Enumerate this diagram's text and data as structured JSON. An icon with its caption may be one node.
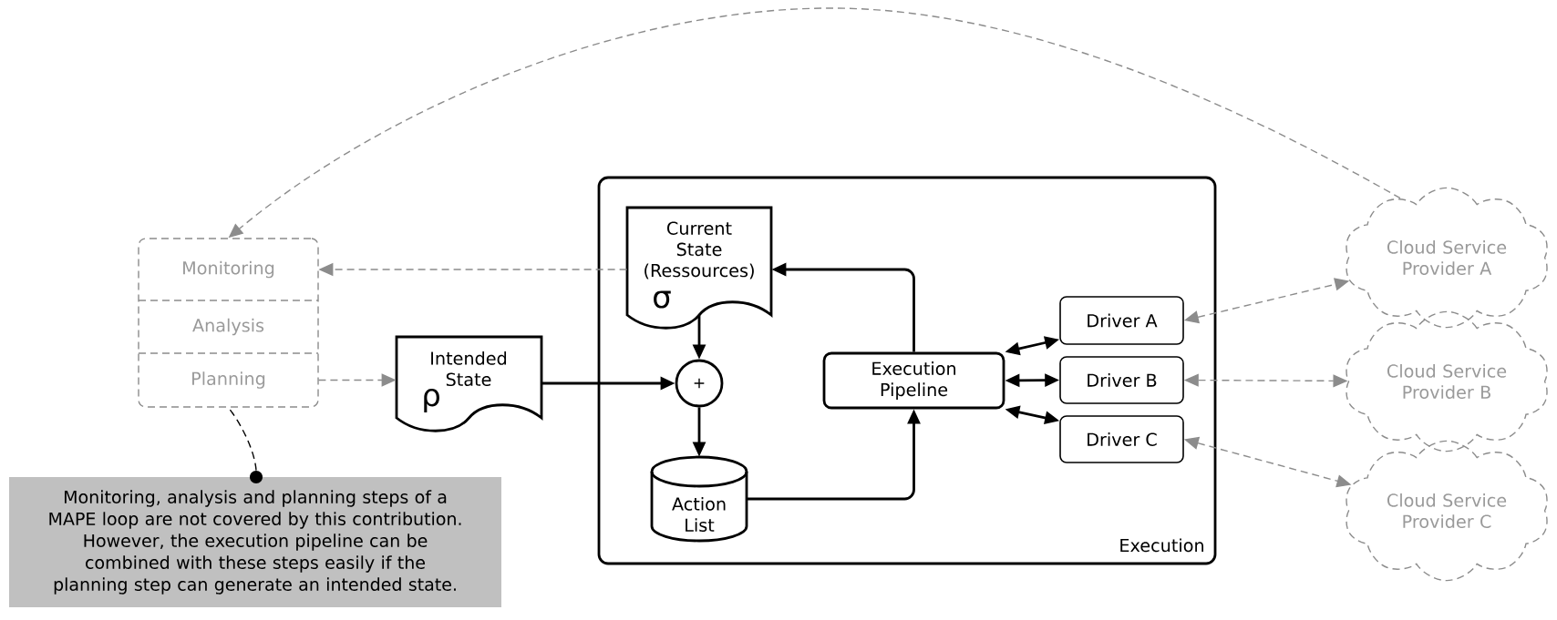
{
  "diagram": {
    "nodes": [
      {
        "text": [],
        "shape": "box"
      },
      {
        "text": [
          "Monitoring"
        ],
        "in": 0
      },
      {
        "text": [
          "Analysis"
        ],
        "in": 0
      },
      {
        "text": [
          "Planning"
        ],
        "in": 0
      },
      {
        "text": [
          "Intended State",
          "ρ"
        ]
      },
      {
        "text": [
          "Execution"
        ]
      },
      {
        "text": [
          "Current State (Ressources)",
          "σ"
        ],
        "in": 5
      },
      {
        "text": [
          "+"
        ],
        "in": 5
      },
      {
        "text": [
          "Action List"
        ],
        "in": 5
      },
      {
        "text": [
          "Execution Pipeline"
        ],
        "in": 5
      },
      {
        "text": [
          "Driver A"
        ],
        "in": 5
      },
      {
        "text": [
          "Driver B"
        ],
        "in": 5
      },
      {
        "text": [
          "Driver C"
        ],
        "in": 5
      },
      {
        "text": [
          "Cloud Service Provider A"
        ]
      },
      {
        "text": [
          "Cloud Service Provider B"
        ]
      },
      {
        "text": [
          "Cloud Service Provider C"
        ]
      },
      {
        "text": [
          "Monitoring, analysis and planning steps of a MAPE loop are not covered by this contribution. However, the execution pipeline can be combined with these steps easily if the planning step can generate an intended state."
        ]
      },
      {
        "text": [],
        "shape": "circle"
      }
    ],
    "edges": [
      {
        "from": 13,
        "to": 0,
        "arrow": "to",
        "style": "dashed",
        "color": "#8c8c8c"
      },
      {
        "from": 6,
        "to": 1,
        "arrow": "to",
        "style": "dashed",
        "color": "#8c8c8c"
      },
      {
        "from": 3,
        "to": 4,
        "arrow": "to",
        "style": "dashed",
        "color": "#8c8c8c"
      },
      {
        "from": 4,
        "to": 7,
        "arrow": "to"
      },
      {
        "from": 6,
        "to": 7,
        "arrow": "to"
      },
      {
        "from": 7,
        "to": 8,
        "arrow": "to"
      },
      {
        "from": 8,
        "to": 9,
        "arrow": "to"
      },
      {
        "from": 9,
        "to": 6,
        "arrow": "to"
      },
      {
        "from": 9,
        "to": 10,
        "arrow": "both"
      },
      {
        "from": 9,
        "to": 11,
        "arrow": "both"
      },
      {
        "from": 9,
        "to": 12,
        "arrow": "both"
      },
      {
        "from": 10,
        "to": 13,
        "arrow": "both",
        "style": "dashed",
        "color": "#8c8c8c"
      },
      {
        "from": 11,
        "to": 14,
        "arrow": "both",
        "style": "dashed",
        "color": "#8c8c8c"
      },
      {
        "from": 12,
        "to": 15,
        "arrow": "both",
        "style": "dashed",
        "color": "#8c8c8c"
      },
      {
        "from": 17,
        "to": 0,
        "arrow": "none",
        "style": "dashed"
      }
    ]
  }
}
